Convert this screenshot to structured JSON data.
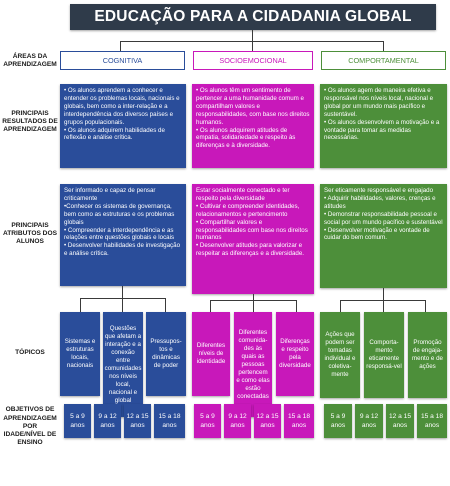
{
  "title": "EDUCAÇÃO PARA A CIDADANIA GLOBAL",
  "side_labels": {
    "areas": "ÁREAS DA APRENDIZAGEM",
    "resultados": "PRINCIPAIS RESULTADOS DE APRENDIZAGEM",
    "atributos": "PRINCIPAIS ATRIBUTOS DOS ALUNOS",
    "topicos": "TÓPICOS",
    "objetivos": "OBJETIVOS DE APRENDIZAGEM POR IDADE/NÍVEL DE ENSINO"
  },
  "areas": {
    "cognitiva": "COGNITIVA",
    "socioemocional": "SOCIOEMOCIONAL",
    "comportamental": "COMPORTAMENTAL"
  },
  "colors": {
    "cognitiva": "#2a4d9a",
    "socioemocional": "#c818ba",
    "comportamental": "#4d8f3a",
    "title_bg": "#2f3b4a"
  },
  "resultados": {
    "cognitiva": "• Os alunos aprendem a conhecer e entender os problemas locais, nacionais e globais, bem como a inter-relação e a interdependência dos diversos países e grupos populacionais.\n• Os alunos adquirem habilidades de reflexão e análise crítica.",
    "socioemocional": "• Os alunos têm um sentimento de pertencer a uma humanidade comum e compartilham valores e responsabilidades, com base nos direitos humanos.\n• Os alunos adquirem atitudes de empatia, solidariedade e respeito às diferenças e à diversidade.",
    "comportamental": "• Os alunos agem de maneira efetiva e responsável nos níveis local, nacional e global por um mundo mais pacífico e sustentável.\n• Os alunos desenvolvem a motivação e a vontade para tomar as medidas necessárias."
  },
  "atributos": {
    "cognitiva": "Ser informado e capaz de pensar criticamente\n•Conhecer os sistemas de governança, bem como as estruturas e os problemas globais\n• Compreender a interdependência e as relações entre questões globais e locais\n• Desenvolver habilidades de investigação e análise crítica.",
    "socioemocional": "Estar socialmente conectado e ter respeito pela diversidade\n• Cultivar e compreender identidades, relacionamentos e pertencimento\n• Compartilhar valores e responsabilidades com base nos direitos humanos\n• Desenvolver atitudes para valorizar e respeitar as diferenças e a diversidade.",
    "comportamental": "Ser eticamente responsável e engajado\n• Adquirir habilidades, valores, crenças e atitudes\n• Demonstrar responsabilidade pessoal e social por um mundo pacífico e sustentável\n• Desenvolver motivação e vontade de cuidar do bem comum."
  },
  "topicos": {
    "cognitiva": [
      "Sistemas e estruturas locais, nacionais",
      "Questões que afetam a interação e a conexão entre comunidades nos níveis local, nacional e global",
      "Pressupos-tos e dinâmicas de poder"
    ],
    "socioemocional": [
      "Diferentes níveis de identidade",
      "Diferentes comunida-des às quais as pessoas pertencem e como elas estão conectadas",
      "Diferenças e respeito pela diversidade"
    ],
    "comportamental": [
      "Ações que podem ser tomadas individual e coletiva-mente",
      "Comporta-mento eticamente responsá-vel",
      "Promoção de engaja-mento e de ações"
    ]
  },
  "faixas_etarias": [
    "5 a 9 anos",
    "9 a 12 anos",
    "12 a 15 anos",
    "15 a 18 anos"
  ]
}
